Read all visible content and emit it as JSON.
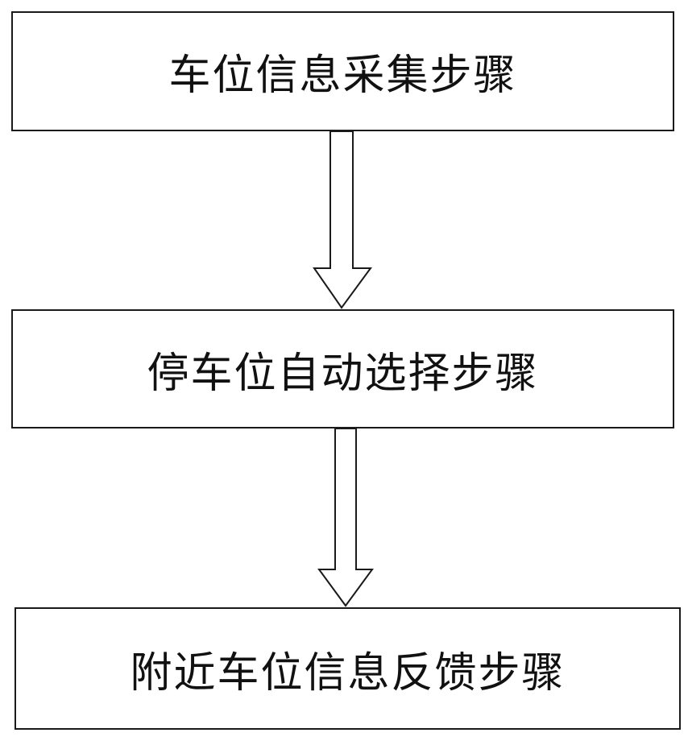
{
  "steps": [
    {
      "label": "车位信息采集步骤"
    },
    {
      "label": "停车位自动选择步骤"
    },
    {
      "label": "附近车位信息反馈步骤"
    }
  ],
  "colors": {
    "stroke": "#1a1a1a",
    "background": "#ffffff",
    "text": "#111111"
  },
  "icons": {
    "connector": "hollow-down-arrow-icon"
  }
}
